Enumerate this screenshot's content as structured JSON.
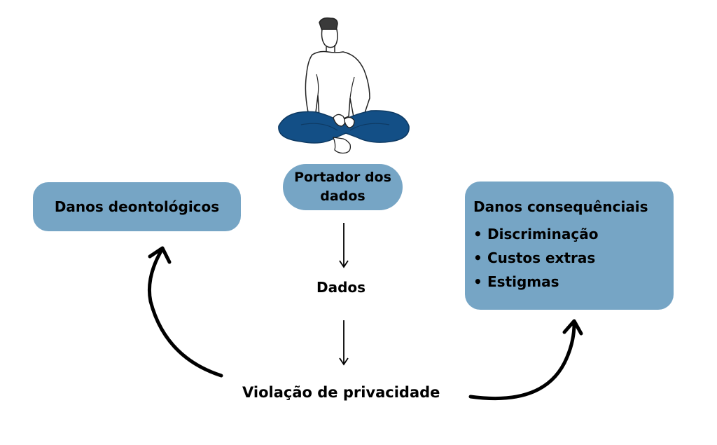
{
  "nodes": {
    "data_holder": "Portador dos dados",
    "data": "Dados",
    "privacy_violation": "Violação de privacidade",
    "deontological_harms": "Danos deontológicos",
    "consequential_harms": {
      "title": "Danos consequênciais",
      "items": [
        "Discriminação",
        "Custos extras",
        "Estigmas"
      ]
    }
  },
  "colors": {
    "box_fill": "#76a5c5",
    "trousers": "#134f86",
    "arrow": "#000000"
  },
  "icons": {
    "person": "person-sitting-cross-legged-icon",
    "bullet": "•"
  }
}
